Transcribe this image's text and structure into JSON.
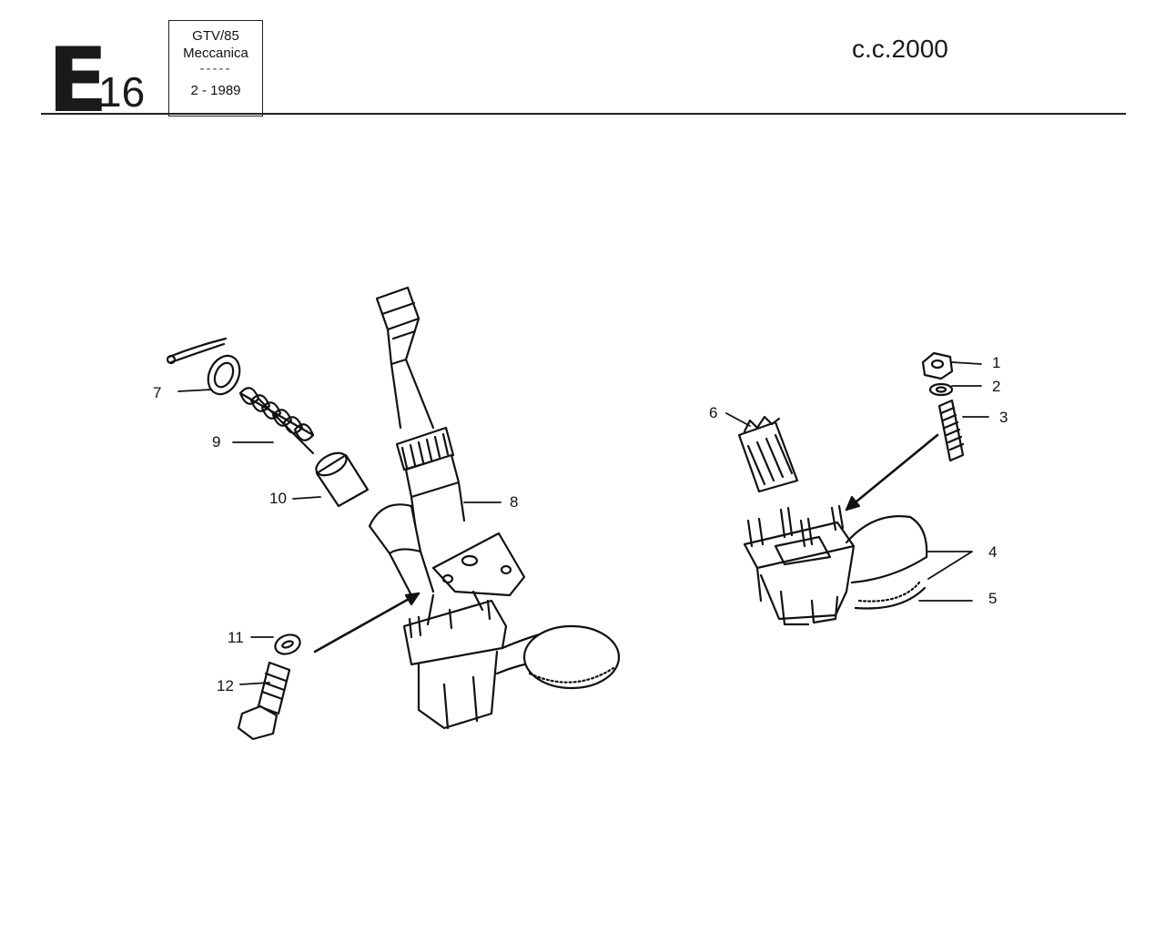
{
  "header": {
    "section_letter": "E",
    "page_number": "16",
    "model": "GTV/85",
    "category": "Meccanica",
    "dash": "-----",
    "date": "2 - 1989",
    "engine": "c.c.2000"
  },
  "callouts": {
    "c1": "1",
    "c2": "2",
    "c3": "3",
    "c4": "4",
    "c5": "5",
    "c6": "6",
    "c7": "7",
    "c8": "8",
    "c9": "9",
    "c10": "10",
    "c11": "11",
    "c12": "12"
  }
}
